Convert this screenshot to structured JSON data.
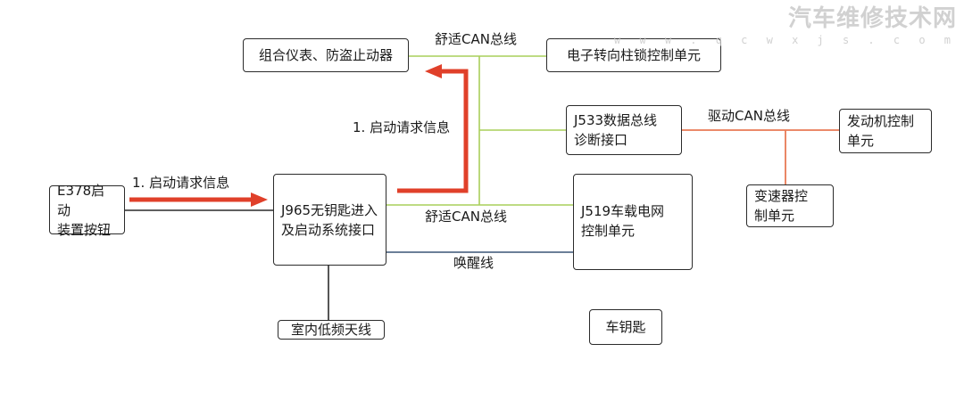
{
  "watermark": {
    "title": "汽车维修技术网",
    "url": "w w w . q c w x j s . c o m"
  },
  "boxes": {
    "cluster": "组合仪表、防盗止动器",
    "steering": "电子转向柱锁控制单元",
    "j533": "J533数据总线\n诊断接口",
    "engine": "发动机控制\n单元",
    "gearbox": "变速器控\n制单元",
    "e378": "E378启动\n装置按钮",
    "j965": "J965无钥匙进入\n及启动系统接口",
    "j519": "J519车载电网\n控制单元",
    "antenna": "室内低频天线",
    "key": "车钥匙"
  },
  "labels": {
    "can_comfort_top": "舒适CAN总线",
    "can_comfort_mid": "舒适CAN总线",
    "can_drive": "驱动CAN总线",
    "wake_line": "唤醒线",
    "start_req_1": "1. 启动请求信息",
    "start_req_2": "1. 启动请求信息"
  },
  "colors": {
    "comfort_can": "#a9cf5a",
    "drive_can": "#e87a55",
    "wake_line": "#3a5577",
    "signal_arrow": "#e0402a",
    "wire": "#2b2b2b"
  }
}
